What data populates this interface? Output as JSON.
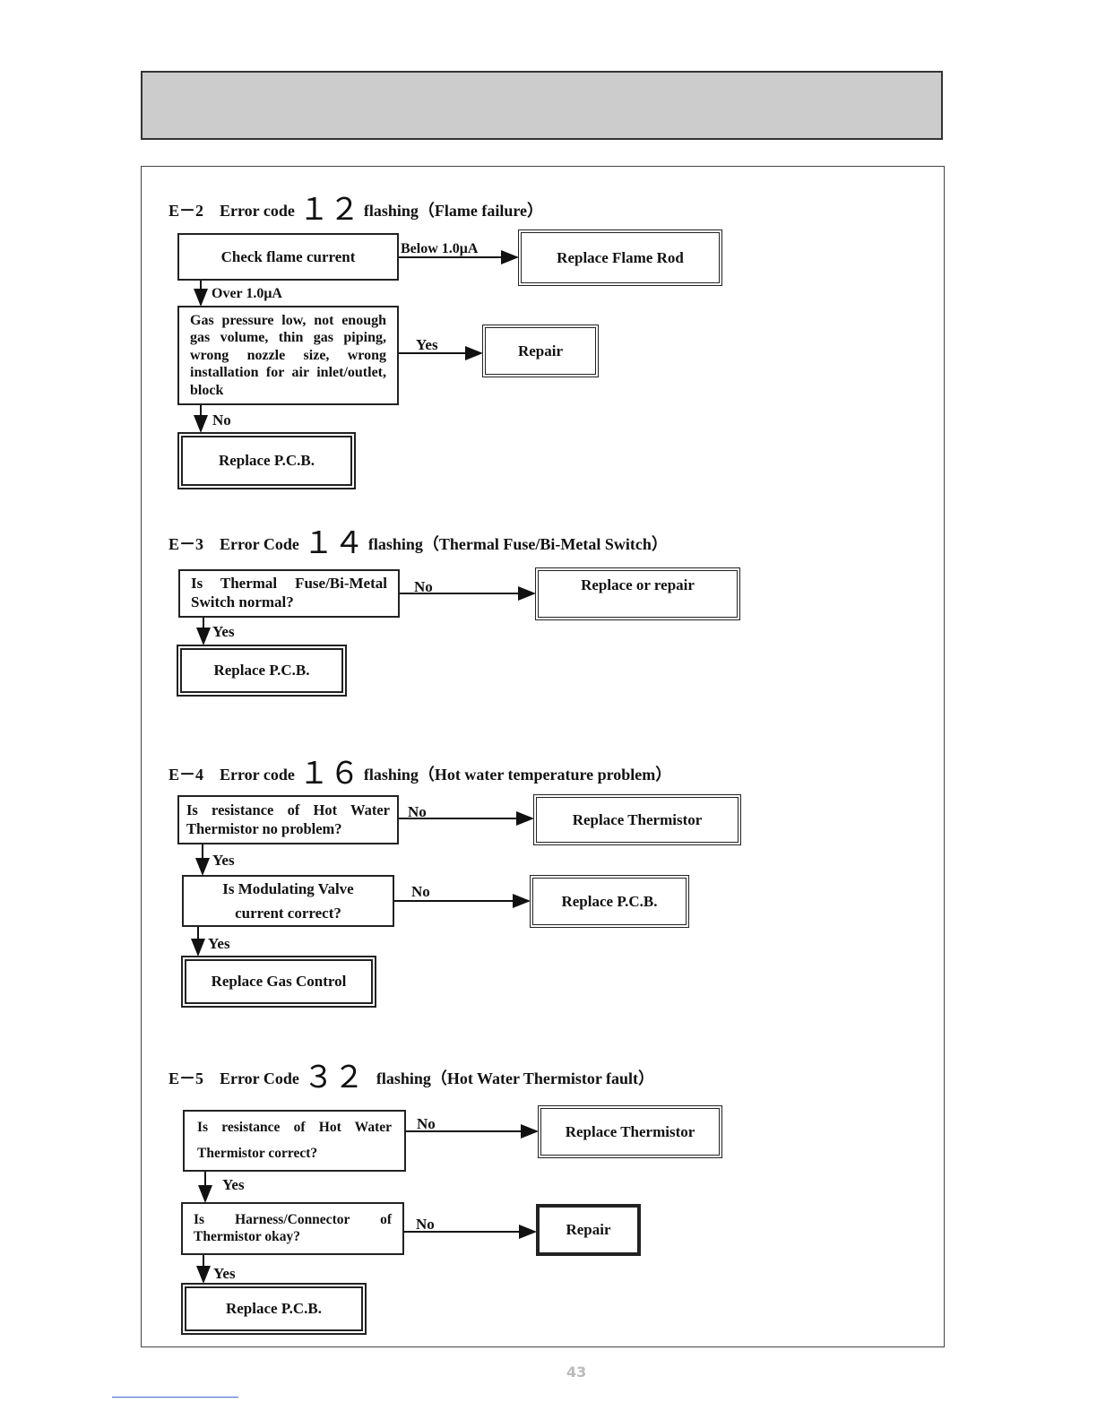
{
  "sections": {
    "e2": {
      "label": "E－2",
      "prefix": "Error code",
      "code": "１２",
      "suffix": "flashing（Flame failure）",
      "check": "Check flame current",
      "below": "Below 1.0μA",
      "replace_rod": "Replace Flame Rod",
      "over": "Over 1.0μA",
      "question": "Gas pressure low, not enough gas volume, thin gas piping, wrong nozzle size, wrong installation for air inlet/outlet, block",
      "yes": "Yes",
      "repair": "Repair",
      "no": "No",
      "replace_pcb": "Replace P.C.B."
    },
    "e3": {
      "label": "E－3",
      "prefix": "Error Code",
      "code": "１４",
      "suffix": "flashing（Thermal Fuse/Bi-Metal Switch）",
      "question": "Is Thermal Fuse/Bi-Metal Switch normal?",
      "no": "No",
      "replace_repair": "Replace or repair",
      "yes": "Yes",
      "replace_pcb": "Replace P.C.B."
    },
    "e4": {
      "label": "E－4",
      "prefix": "Error code",
      "code": "１６",
      "suffix": "flashing（Hot water temperature problem）",
      "question1": "Is resistance of Hot Water Thermistor no problem?",
      "no1": "No",
      "replace_thermistor": "Replace Thermistor",
      "yes1": "Yes",
      "question2a": "Is Modulating Valve",
      "question2b": "current correct?",
      "no2": "No",
      "replace_pcb": "Replace P.C.B.",
      "yes2": "Yes",
      "replace_gas": "Replace Gas Control"
    },
    "e5": {
      "label": "E－5",
      "prefix": "Error Code",
      "code": "３２",
      "suffix": "flashing（Hot Water Thermistor fault）",
      "question1a": "Is resistance of Hot Water",
      "question1b": "Thermistor correct?",
      "no1": "No",
      "replace_thermistor": "Replace Thermistor",
      "yes1": "Yes",
      "question2": "Is Harness/Connector of Thermistor okay?",
      "no2": "No",
      "repair": "Repair",
      "yes2": "Yes",
      "replace_pcb": "Replace P.C.B."
    }
  },
  "page_number": "43"
}
